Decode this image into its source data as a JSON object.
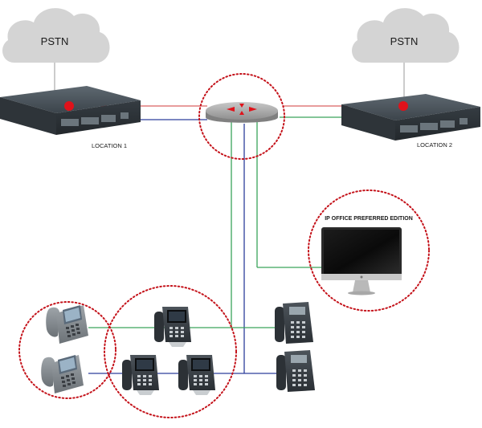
{
  "clouds": [
    {
      "label": "PSTN"
    },
    {
      "label": "PSTN"
    }
  ],
  "locations": [
    {
      "label": "LOCATION 1"
    },
    {
      "label": "LOCATION 2"
    }
  ],
  "server": {
    "label": "IP OFFICE PREFERRED EDITION"
  },
  "colors": {
    "cloud": "#d4d4d4",
    "dotted_circle": "#c4121a",
    "red_line": "#d23a3a",
    "blue_line": "#2c3e9c",
    "green_line": "#3aa35a",
    "gray_line": "#9a9a9a",
    "device": "#4a525a"
  }
}
